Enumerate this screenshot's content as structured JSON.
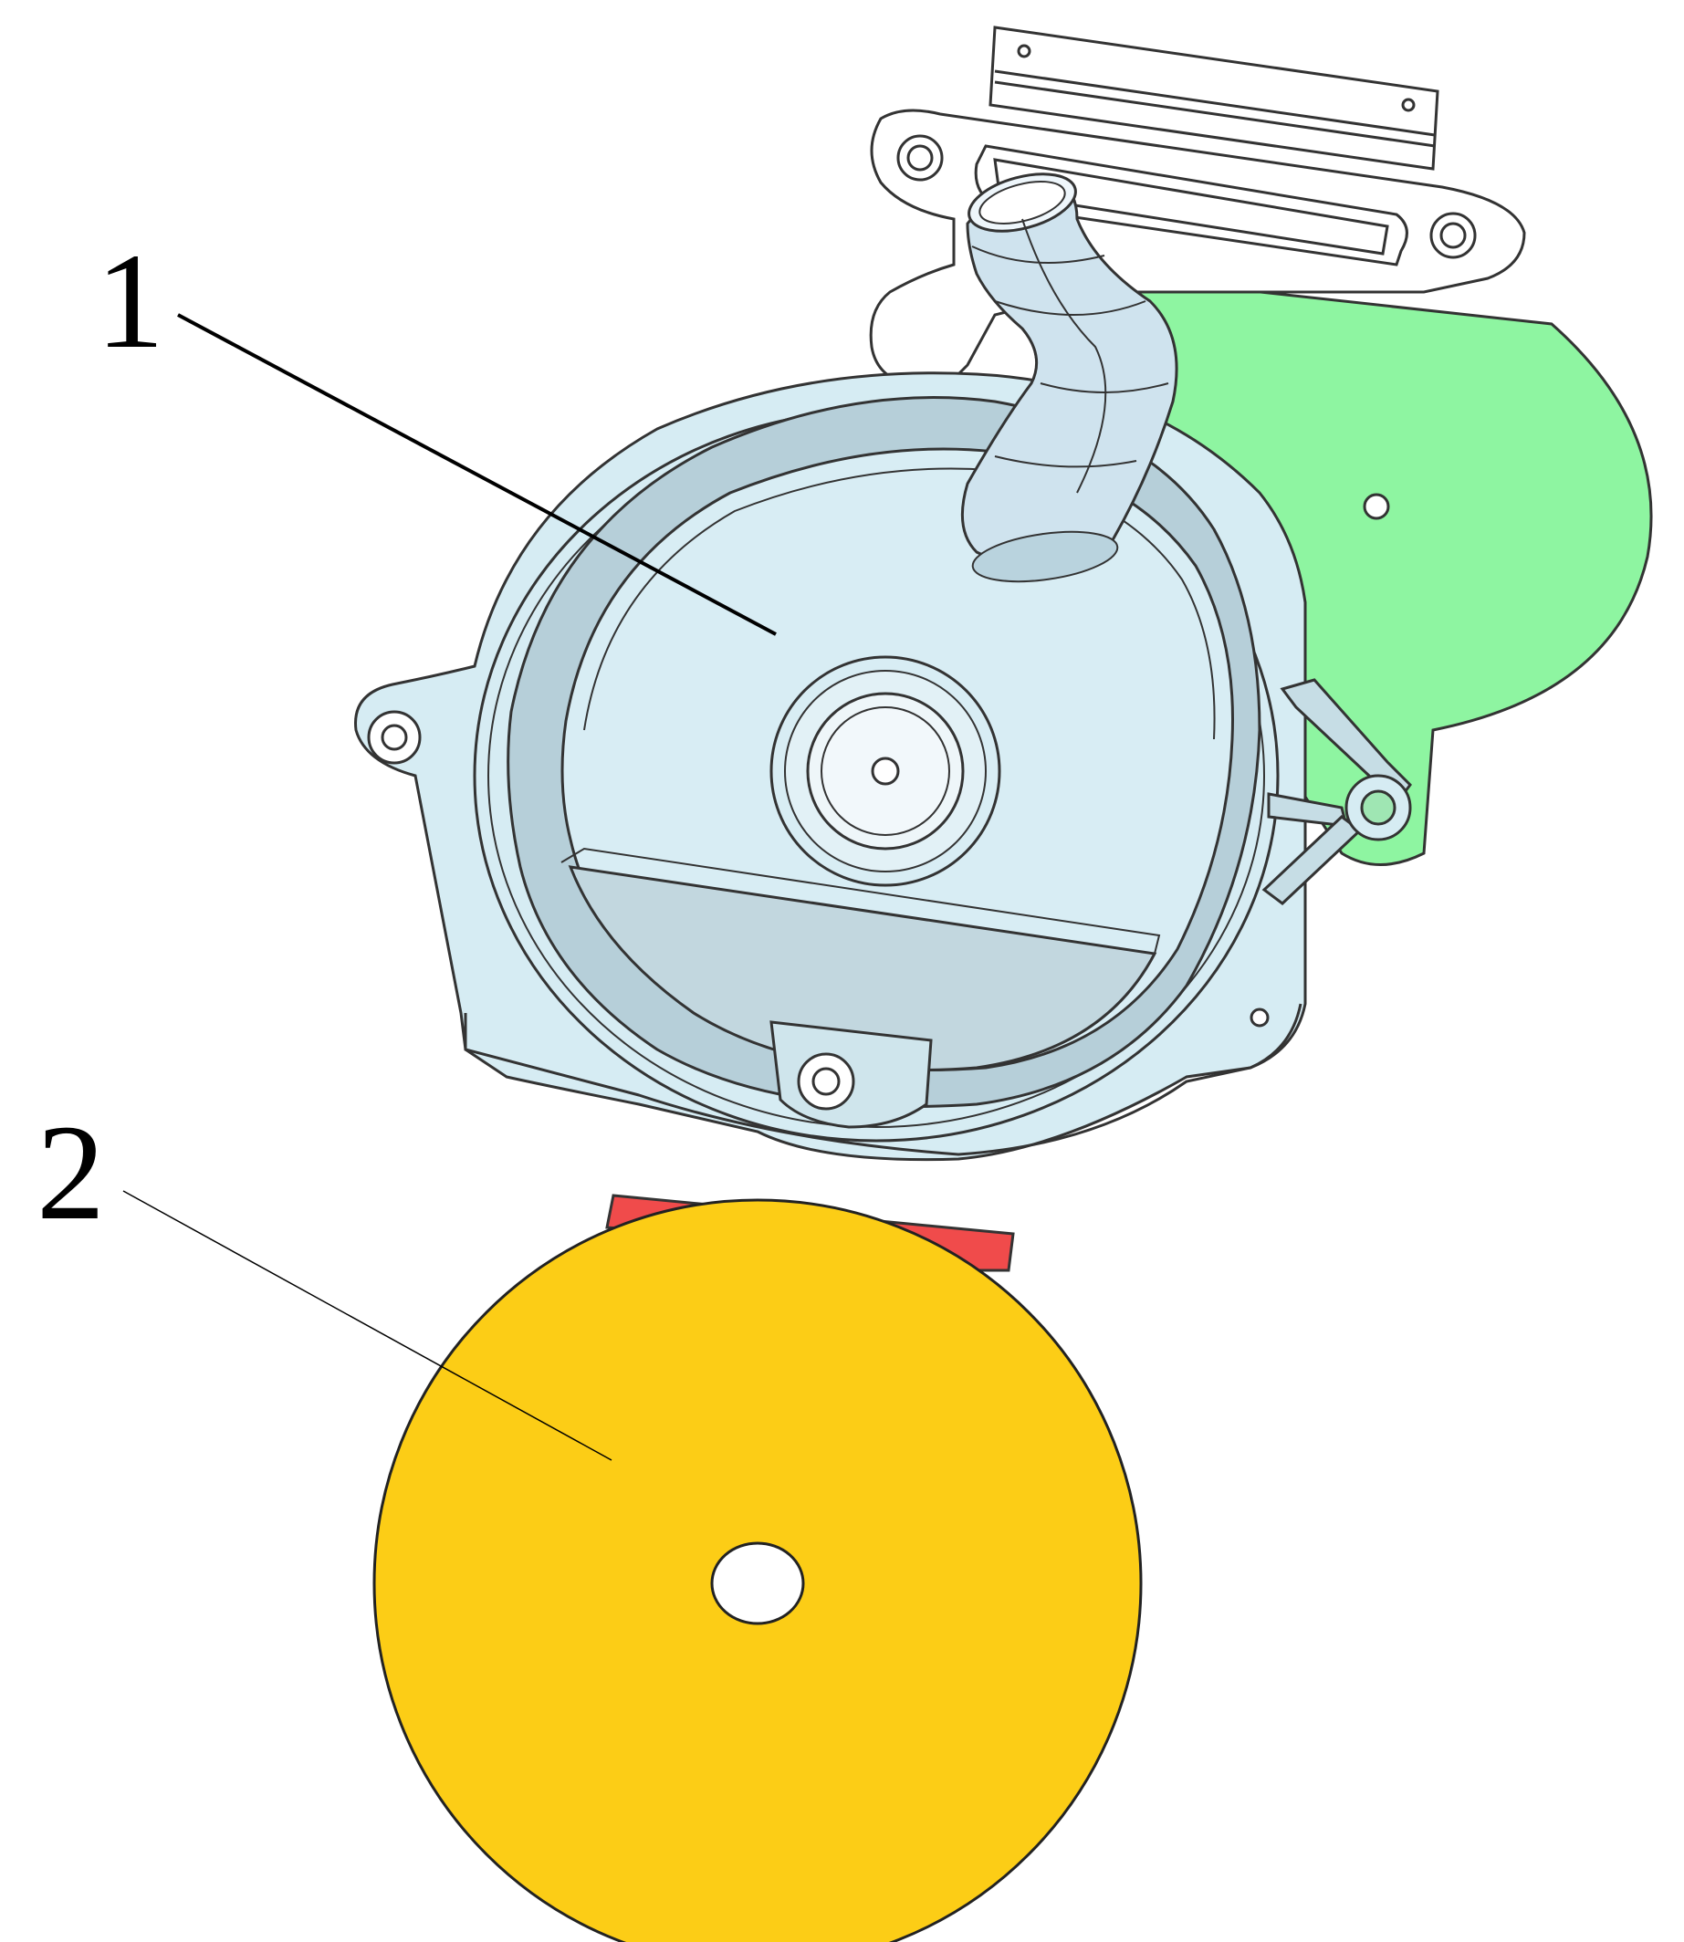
{
  "figure": {
    "labels": [
      {
        "id": "1",
        "text": "1"
      },
      {
        "id": "2",
        "text": "2"
      }
    ]
  },
  "colors": {
    "housing_fill": "#d6ecf3",
    "housing_outline": "#333333",
    "bracket_green": "#8ef5a1",
    "disc_yellow": "#fccd16",
    "tab_red": "#f04b4b",
    "background": "#ffffff"
  }
}
